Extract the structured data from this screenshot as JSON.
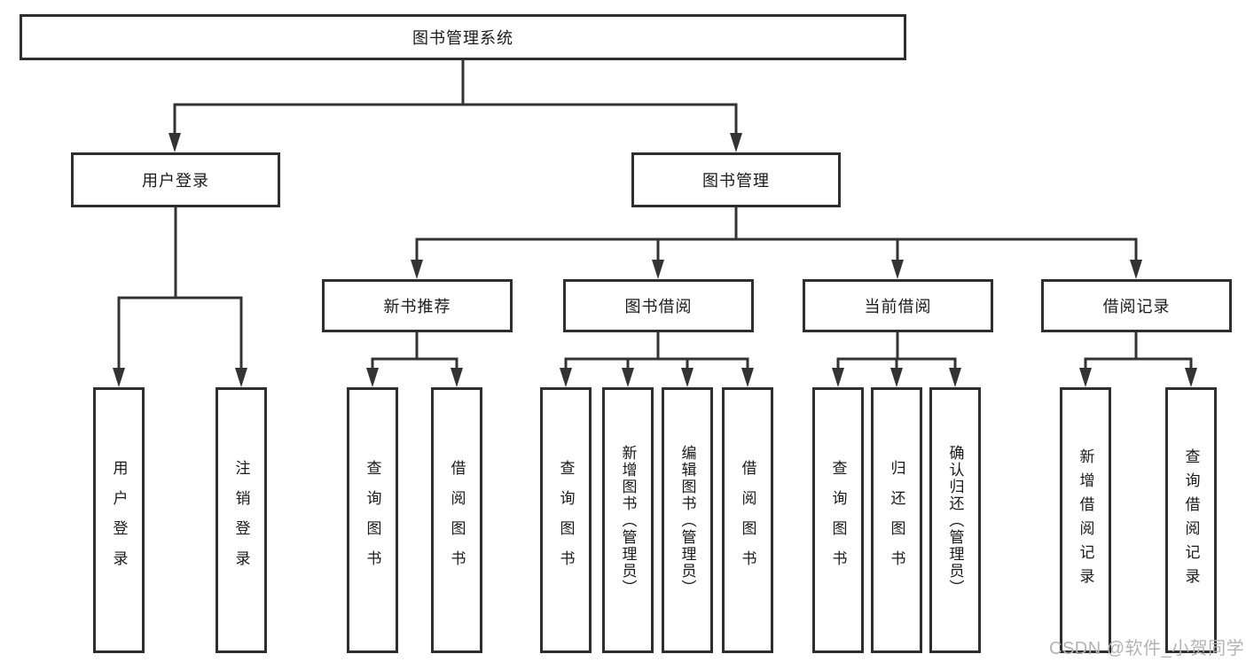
{
  "diagram": {
    "title": "图书管理系统",
    "level2": {
      "user_login": "用户登录",
      "book_management": "图书管理"
    },
    "level3": {
      "new_book_recommend": "新书推荐",
      "book_borrow": "图书借阅",
      "current_borrow": "当前借阅",
      "borrow_records": "借阅记录"
    },
    "leaves": {
      "user": [
        "用户登录",
        "注销登录"
      ],
      "recommend": [
        "查询图书",
        "借阅图书"
      ],
      "borrow": [
        "查询图书",
        "新增图书（管理员）",
        "编辑图书（管理员）",
        "借阅图书"
      ],
      "current": [
        "查询图书",
        "归还图书",
        "确认归还（管理员）"
      ],
      "records": [
        "新增借阅记录",
        "查询借阅记录"
      ]
    },
    "colors": {
      "border": "#2e2e2e",
      "line": "#333333",
      "text": "#1a1a1a",
      "background": "#ffffff",
      "watermark": "#b3b3b3"
    },
    "watermark": "CSDN @软件_小贺同学"
  }
}
